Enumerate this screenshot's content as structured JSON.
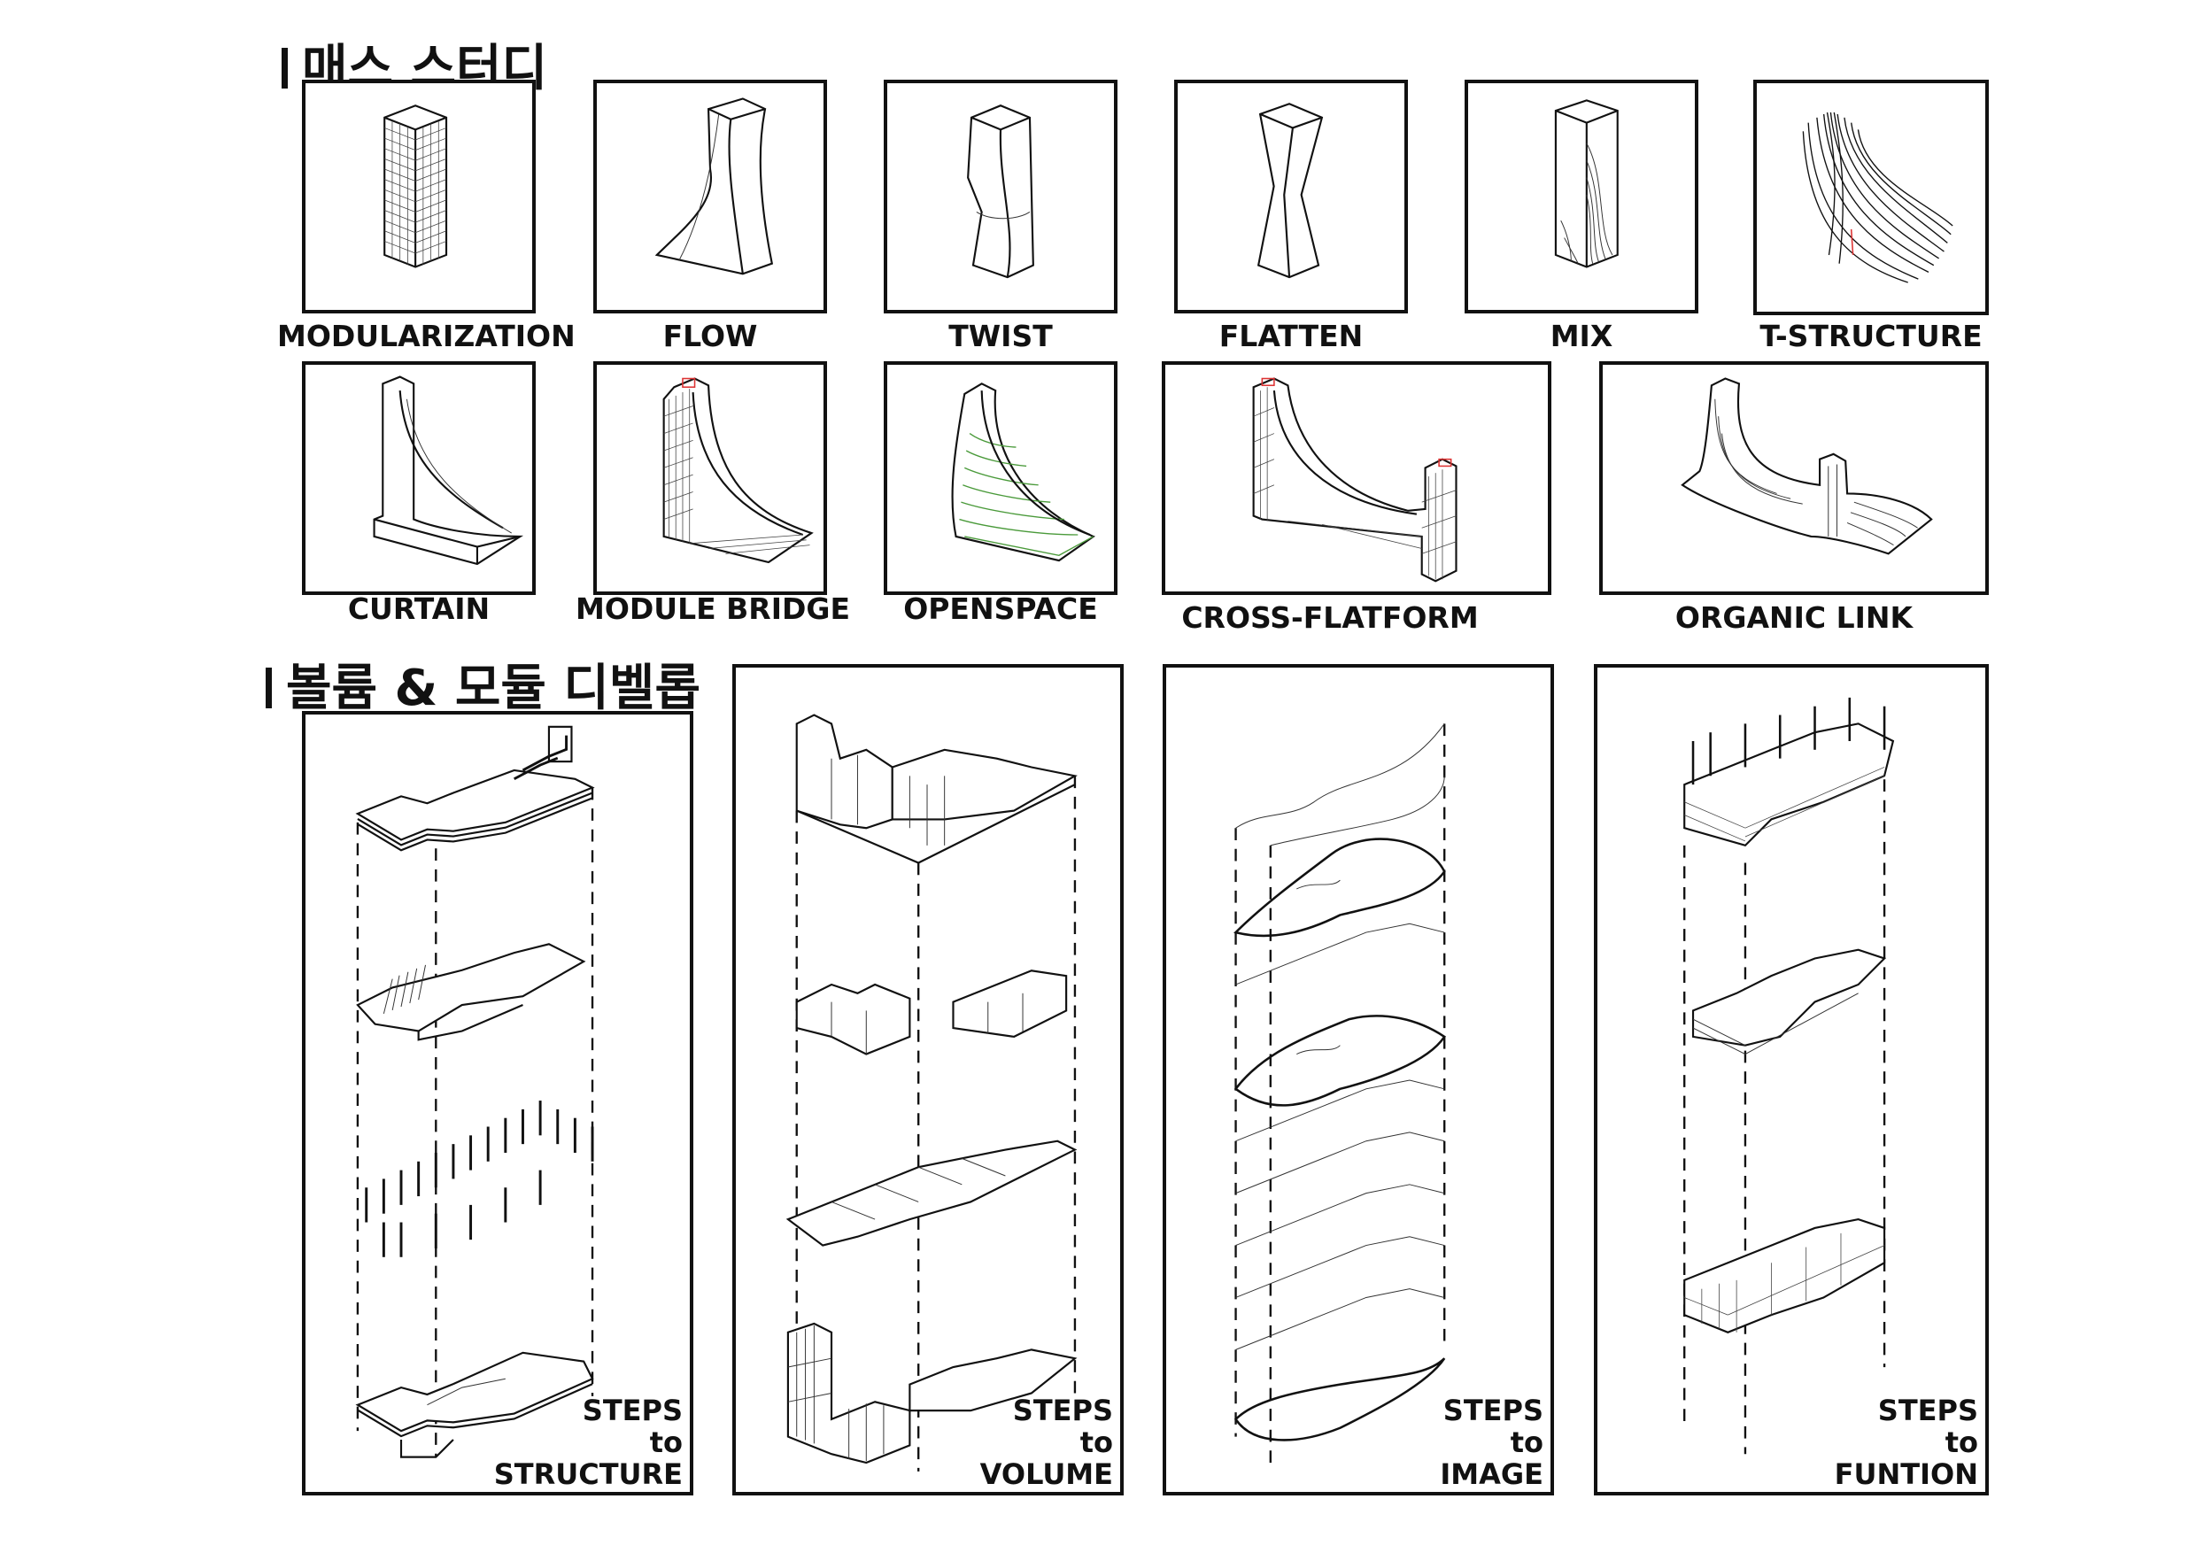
{
  "sections": {
    "mass_study_title": "매스 스터디",
    "volume_title": "볼륨 & 모듈 디벨롭"
  },
  "mass_studies": [
    {
      "label": "MODULARIZATION"
    },
    {
      "label": "FLOW"
    },
    {
      "label": "TWIST"
    },
    {
      "label": "FLATTEN"
    },
    {
      "label": "MIX"
    },
    {
      "label": "T-STRUCTURE"
    },
    {
      "label": "CURTAIN"
    },
    {
      "label": "MODULE BRIDGE"
    },
    {
      "label": "OPENSPACE"
    },
    {
      "label": "CROSS-FLATFORM"
    },
    {
      "label": "ORGANIC LINK"
    }
  ],
  "steps_panels": [
    {
      "line1": "STEPS",
      "line2": "to",
      "line3": "STRUCTURE"
    },
    {
      "line1": "STEPS",
      "line2": "to",
      "line3": "VOLUME"
    },
    {
      "line1": "STEPS",
      "line2": "to",
      "line3": "IMAGE"
    },
    {
      "line1": "STEPS",
      "line2": "to",
      "line3": "FUNTION"
    }
  ],
  "colors": {
    "line": "#111111",
    "accent_green": "#4a9a3a",
    "accent_red": "#dd3333"
  }
}
